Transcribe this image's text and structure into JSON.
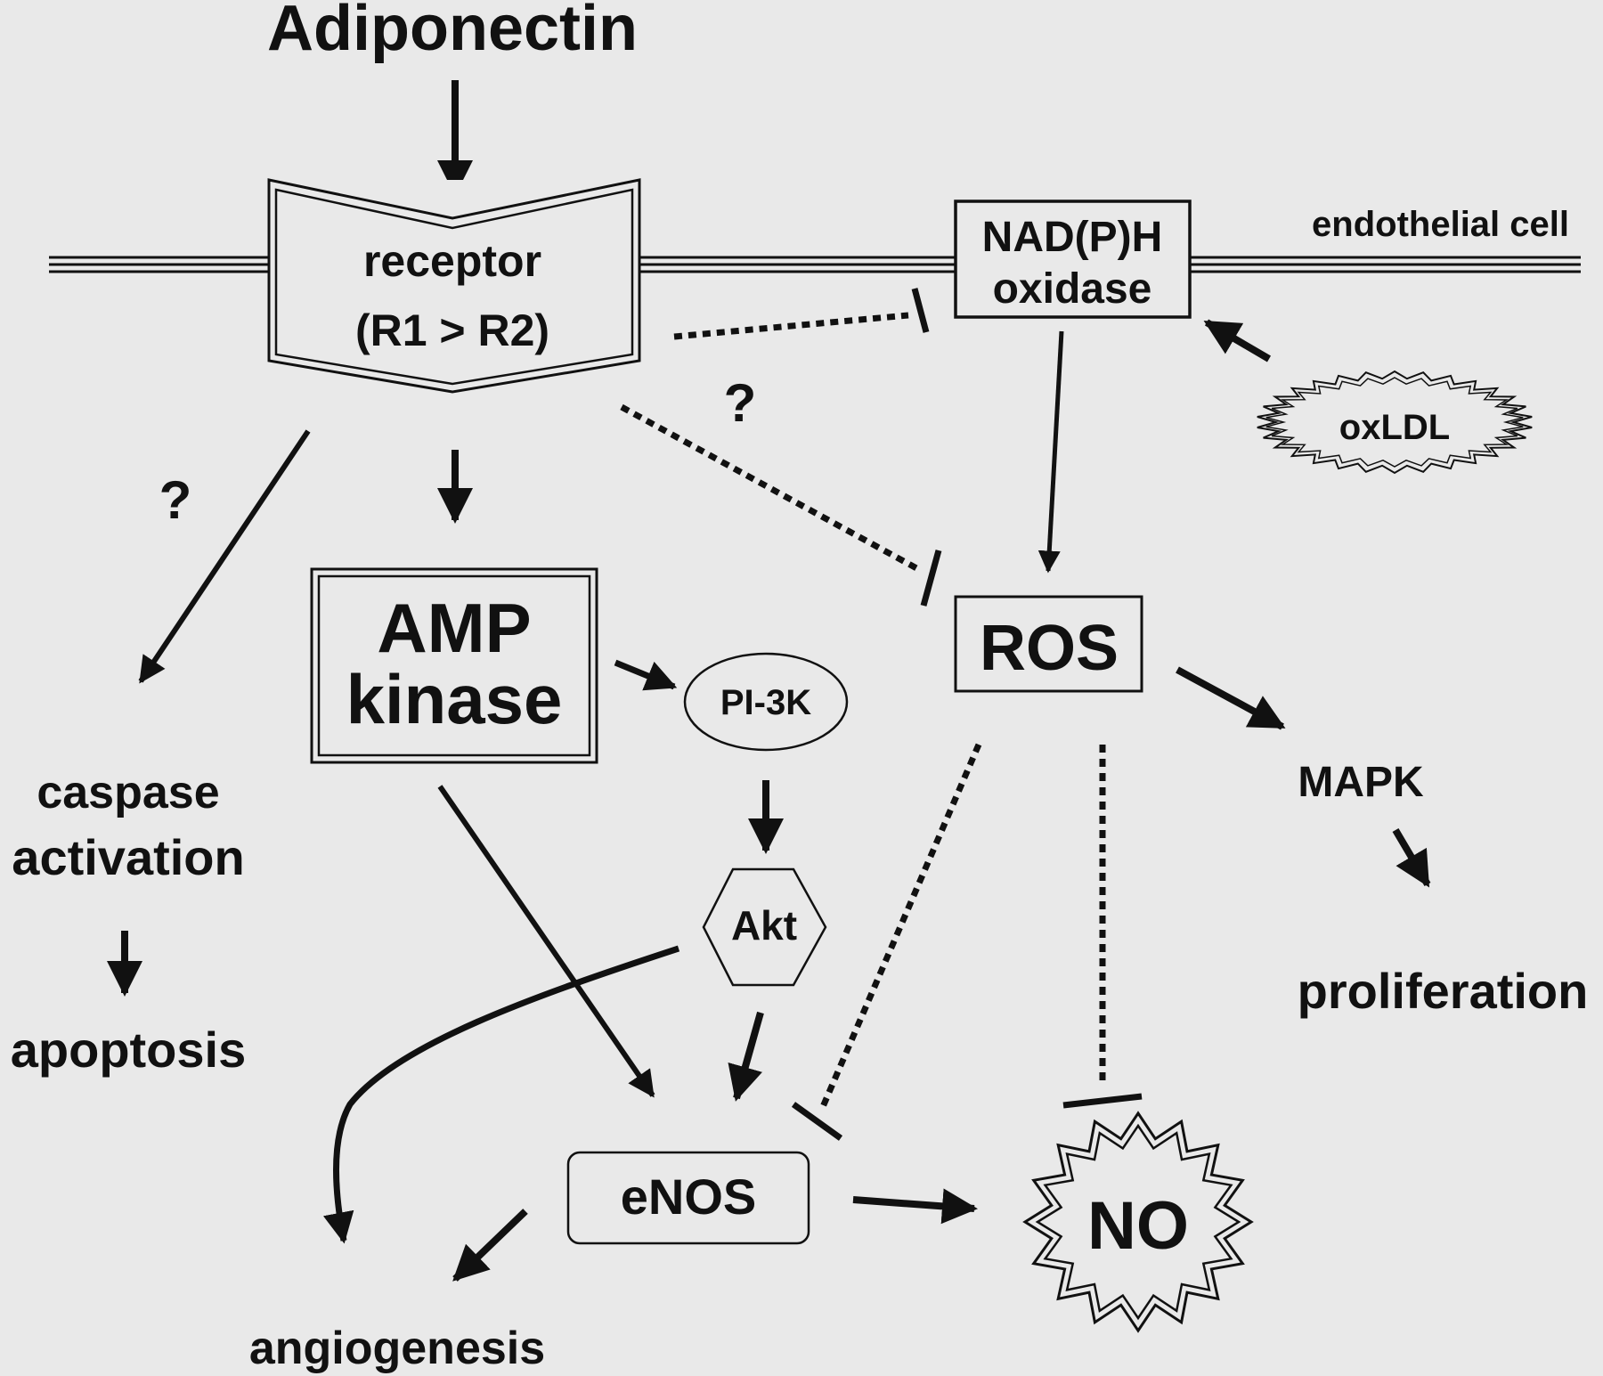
{
  "labels": {
    "title": "Adiponectin",
    "receptor_1": "receptor",
    "receptor_2": "(R1 > R2)",
    "nadph_1": "NAD(P)H",
    "nadph_2": "oxidase",
    "cell": "endothelial cell",
    "oxldl": "oxLDL",
    "ros": "ROS",
    "amp_1": "AMP",
    "amp_2": "kinase",
    "pi3k": "PI-3K",
    "akt": "Akt",
    "enos": "eNOS",
    "no": "NO",
    "mapk": "MAPK",
    "proliferation": "proliferation",
    "caspase_1": "caspase",
    "caspase_2": "activation",
    "apoptosis": "apoptosis",
    "angiogenesis": "angiogenesis",
    "question_1": "?",
    "question_2": "?"
  },
  "colors": {
    "background": "#e9e9e9",
    "ink": "#111111"
  }
}
